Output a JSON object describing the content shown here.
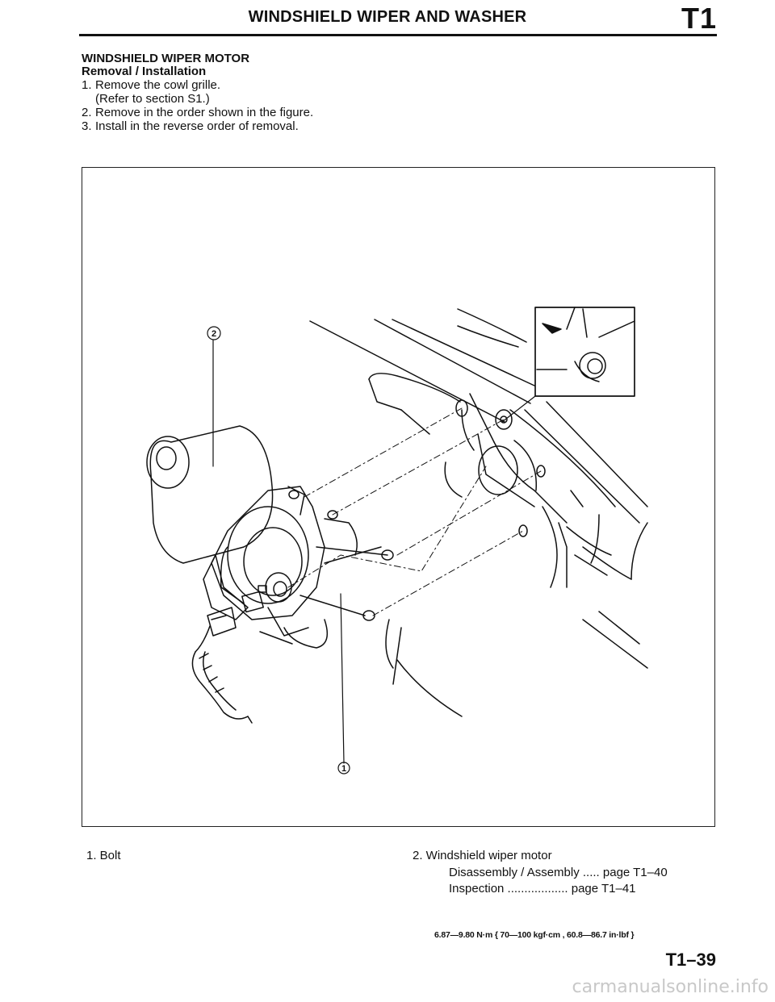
{
  "header": {
    "title": "WINDSHIELD WIPER AND WASHER",
    "section_code": "T1"
  },
  "section": {
    "title": "WINDSHIELD WIPER MOTOR",
    "subtitle": "Removal / Installation",
    "steps": [
      {
        "num": "1.",
        "text": "Remove the cowl grille."
      },
      {
        "num": "",
        "text": "(Refer to section S1.)"
      },
      {
        "num": "2.",
        "text": "Remove in the order shown in the figure."
      },
      {
        "num": "3.",
        "text": "Install in the reverse order of removal."
      }
    ]
  },
  "figure": {
    "callout_1": "1",
    "callout_2": "2",
    "torque_spec": "6.87—9.80 N·m { 70—100 kgf·cm , 60.8—86.7 in·lbf }"
  },
  "legend": {
    "item1": "1. Bolt",
    "item2_title": "2. Windshield wiper motor",
    "item2_line1": "Disassembly / Assembly ..... page T1–40",
    "item2_line2": "Inspection .................. page T1–41"
  },
  "footer": {
    "page": "T1–39"
  },
  "watermark": "carmanualsonline.info"
}
